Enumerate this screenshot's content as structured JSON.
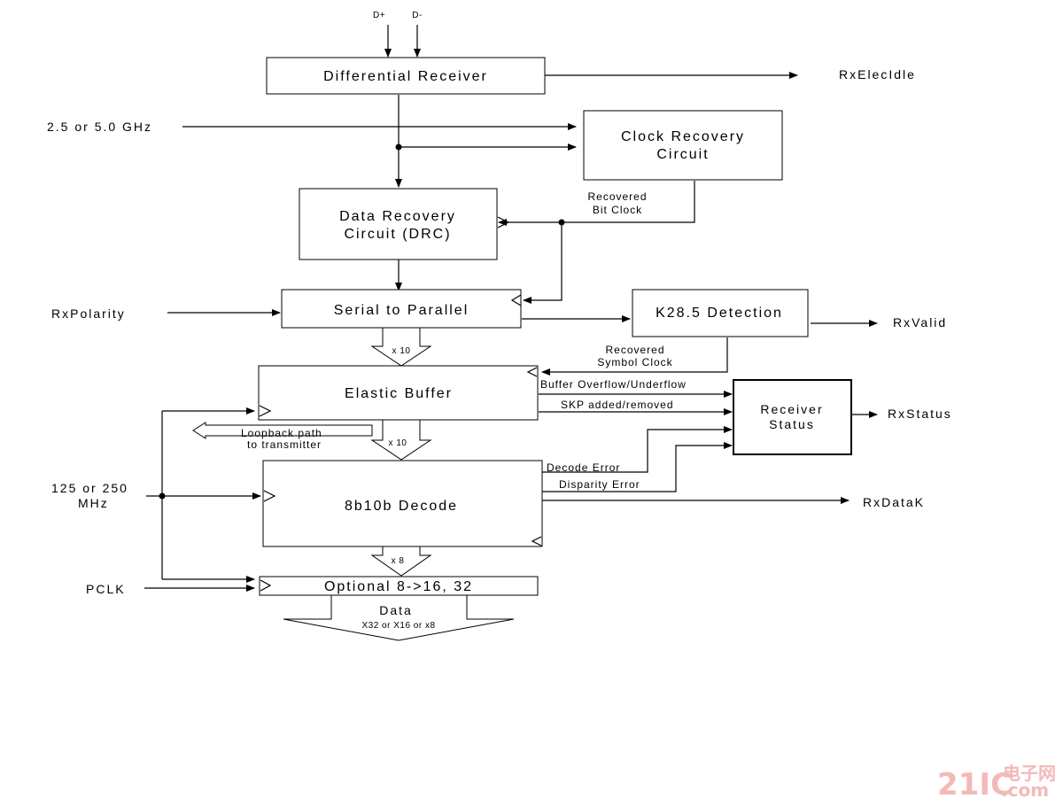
{
  "inputs": {
    "d_plus": "D+",
    "d_minus": "D-",
    "freq": "2.5 or 5.0 GHz",
    "rx_polarity": "RxPolarity",
    "clock_freq_line1": "125 or 250",
    "clock_freq_line2": "MHz",
    "pclk": "PCLK"
  },
  "blocks": {
    "diff_receiver": "Differential Receiver",
    "clock_recovery_1": "Clock Recovery",
    "clock_recovery_2": "Circuit",
    "data_recovery_1": "Data Recovery",
    "data_recovery_2": "Circuit (DRC)",
    "serial_parallel": "Serial to Parallel",
    "k285": "K28.5 Detection",
    "elastic_buffer": "Elastic Buffer",
    "receiver_status_1": "Receiver",
    "receiver_status_2": "Status",
    "decode": "8b10b Decode",
    "optional": "Optional 8->16, 32"
  },
  "outputs": {
    "rx_elec_idle": "RxElecIdle",
    "rx_valid": "RxValid",
    "rx_status": "RxStatus",
    "rx_data_k": "RxDataK"
  },
  "labels": {
    "recovered_bit_1": "Recovered",
    "recovered_bit_2": "Bit Clock",
    "recovered_sym_1": "Recovered",
    "recovered_sym_2": "Symbol Clock",
    "buffer_overflow": "Buffer Overflow/Underflow",
    "skp": "SKP added/removed",
    "decode_error": "Decode Error",
    "disparity_error": "Disparity Error",
    "loopback_1": "Loopback path",
    "loopback_2": "to transmitter",
    "x10_a": "x 10",
    "x10_b": "x 10",
    "x8": "x 8",
    "data": "Data",
    "data_width": "X32 or X16 or x8"
  },
  "watermark": {
    "main": "21IC",
    "sub": "电子网",
    "domain": ".com"
  }
}
